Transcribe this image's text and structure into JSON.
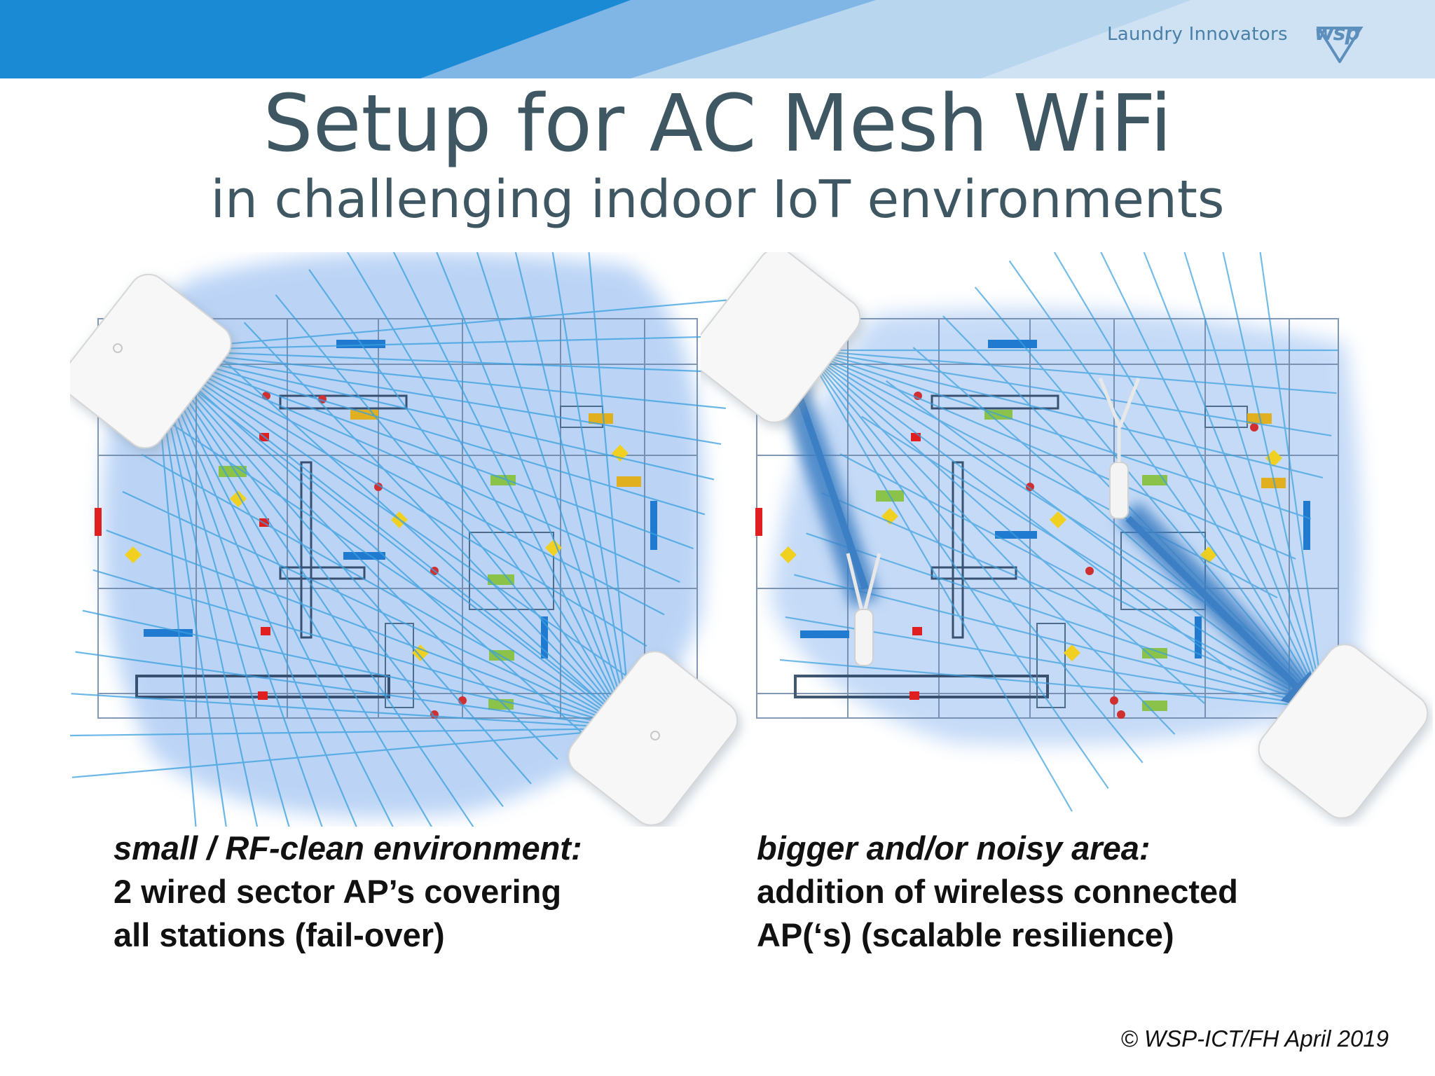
{
  "header": {
    "brand_text": "Laundry Innovators",
    "logo_text": "wsp",
    "band_color_dark": "#1a8ad4",
    "band_color_light": "#b9d6ef"
  },
  "slide": {
    "title": "Setup for AC Mesh WiFi",
    "subtitle": "in challenging indoor IoT environments"
  },
  "diagrams": {
    "left": {
      "variant": "two wired sector APs",
      "access_point_icons": [
        "access-point-top-left",
        "access-point-bottom-right"
      ]
    },
    "right": {
      "variant": "two wired sector APs plus wireless connected APs",
      "access_point_icons": [
        "access-point-top-left",
        "access-point-bottom-right",
        "wireless-ap-left",
        "wireless-ap-right"
      ]
    },
    "coverage_color": "#4f8fe6",
    "ray_color": "#3aa0df",
    "arrow_color": "#3d7fc4"
  },
  "captions": {
    "left": {
      "heading": "small / RF-clean environment:",
      "line1": "2  wired sector AP’s covering",
      "line2": "all stations (fail-over)"
    },
    "right": {
      "heading": "bigger and/or noisy area:",
      "line1": "addition of wireless connected",
      "line2": "AP(‘s) (scalable resilience)"
    }
  },
  "footer": {
    "copyright": "© WSP-ICT/FH April 2019"
  }
}
